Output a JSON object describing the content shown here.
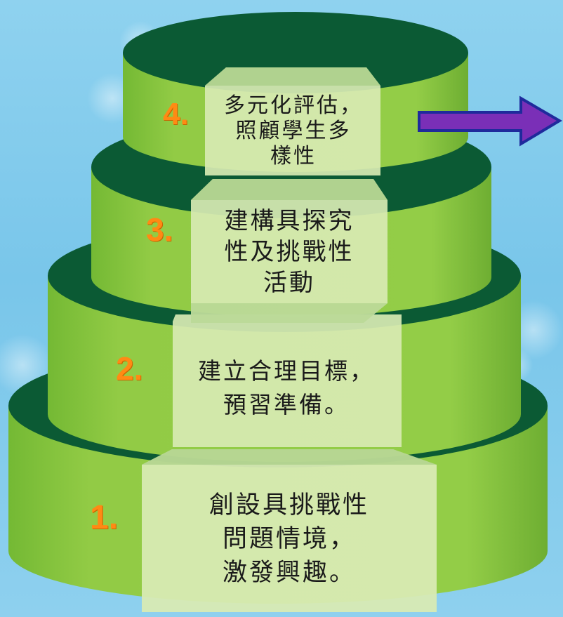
{
  "tiers": [
    {
      "number": "1.",
      "text": "創設具挑戰性\n問題情境，\n激發興趣。"
    },
    {
      "number": "2.",
      "text": "建立合理目標，\n預習準備。"
    },
    {
      "number": "3.",
      "text": "建構具探究\n性及挑戰性\n活動"
    },
    {
      "number": "4.",
      "text": "多元化評估，\n照顧學生多\n樣性"
    }
  ],
  "colors": {
    "tier_side": "#8cc640",
    "tier_top": "#0b5a34",
    "panel": "#d8eab3",
    "number": "#ff8a14",
    "arrow": "#7a2fb7"
  }
}
